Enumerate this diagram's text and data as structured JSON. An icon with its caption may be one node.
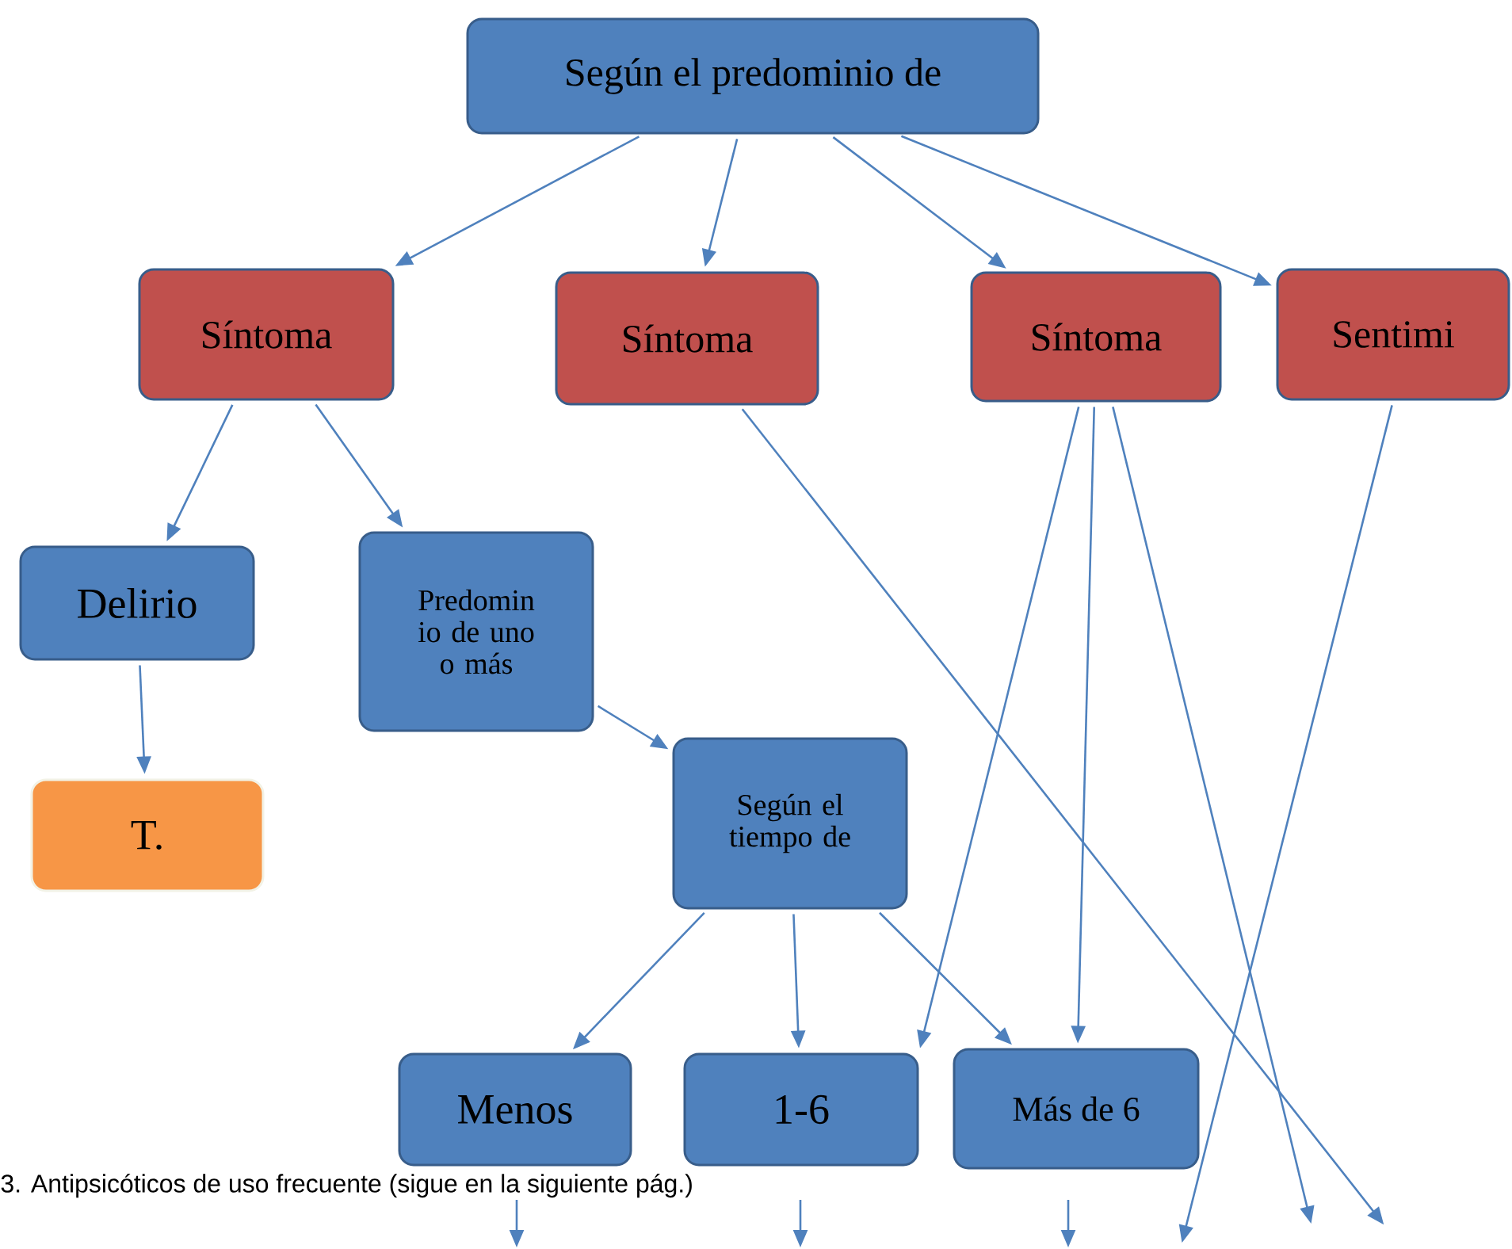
{
  "diagram": {
    "nodes": [
      {
        "text": [
          "Según el predominio de"
        ]
      },
      {
        "text": [
          "Síntoma"
        ]
      },
      {
        "text": [
          "Síntoma"
        ]
      },
      {
        "text": [
          "Síntoma"
        ]
      },
      {
        "text": [
          "Sentimi"
        ]
      },
      {
        "text": [
          "Delirio"
        ]
      },
      {
        "text": [
          "Predomin io de uno o más"
        ]
      },
      {
        "text": [
          "T."
        ]
      },
      {
        "text": [
          "Según el tiempo de"
        ]
      },
      {
        "text": [
          "Menos"
        ]
      },
      {
        "text": [
          "1-6"
        ]
      },
      {
        "text": [
          "Más de 6"
        ]
      }
    ],
    "edges": [
      {
        "from": 0,
        "to": 1,
        "arrow": "to"
      },
      {
        "from": 0,
        "to": 2,
        "arrow": "to"
      },
      {
        "from": 0,
        "to": 3,
        "arrow": "to"
      },
      {
        "from": 0,
        "to": 4,
        "arrow": "to"
      },
      {
        "from": 1,
        "to": 5,
        "arrow": "to"
      },
      {
        "from": 1,
        "to": 6,
        "arrow": "to"
      },
      {
        "from": 5,
        "to": 7,
        "arrow": "to"
      },
      {
        "from": 6,
        "to": 8,
        "arrow": "to"
      },
      {
        "from": 8,
        "to": 9,
        "arrow": "to"
      },
      {
        "from": 8,
        "to": 10,
        "arrow": "to"
      },
      {
        "from": 8,
        "to": 11,
        "arrow": "to"
      },
      {
        "from": 2,
        "to": null,
        "arrow": "to"
      },
      {
        "from": 3,
        "to": 10,
        "arrow": "to"
      },
      {
        "from": 3,
        "to": 11,
        "arrow": "to"
      },
      {
        "from": 3,
        "to": null,
        "arrow": "to"
      },
      {
        "from": 4,
        "to": null,
        "arrow": "to"
      }
    ],
    "labels": [
      "3. Antipsicóticos de uso frecuente (sigue en la siguiente pág.)"
    ]
  }
}
